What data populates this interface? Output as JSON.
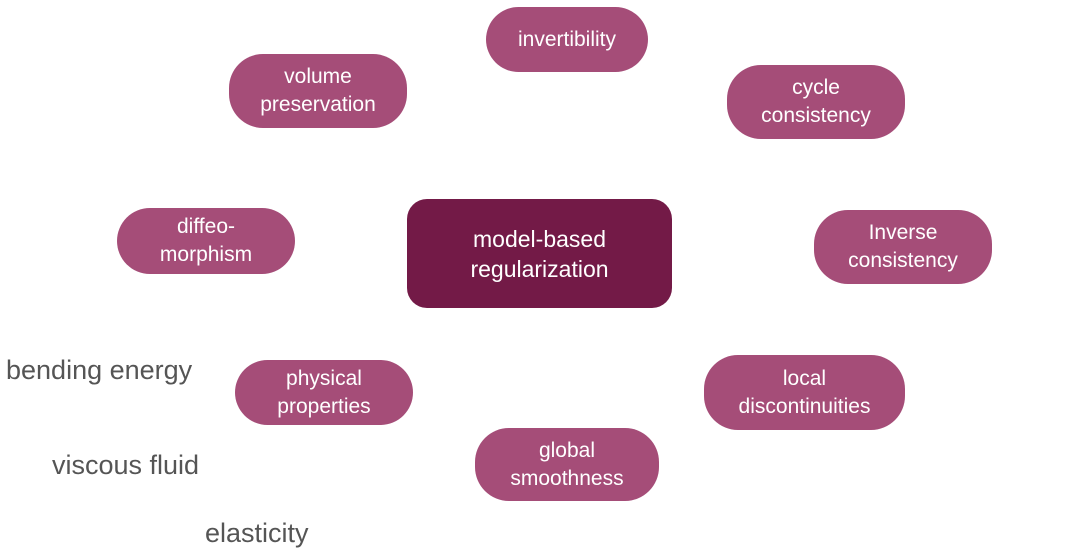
{
  "diagram": {
    "center": {
      "label": "model-based\nregularization"
    },
    "nodes": {
      "invertibility": "invertibility",
      "volume_preservation": "volume\npreservation",
      "cycle_consistency": "cycle\nconsistency",
      "diffeomorphism": "diffeo-\nmorphism",
      "inverse_consistency": "Inverse\nconsistency",
      "physical_properties": "physical\nproperties",
      "local_discontinuities": "local\ndiscontinuities",
      "global_smoothness": "global\nsmoothness"
    },
    "side_labels": {
      "bending_energy": "bending energy",
      "viscous_fluid": "viscous fluid",
      "elasticity": "elasticity"
    },
    "colors": {
      "center_fill": "#731a47",
      "node_fill": "#a54d78",
      "node_text": "#ffffff",
      "side_text": "#555555"
    }
  }
}
